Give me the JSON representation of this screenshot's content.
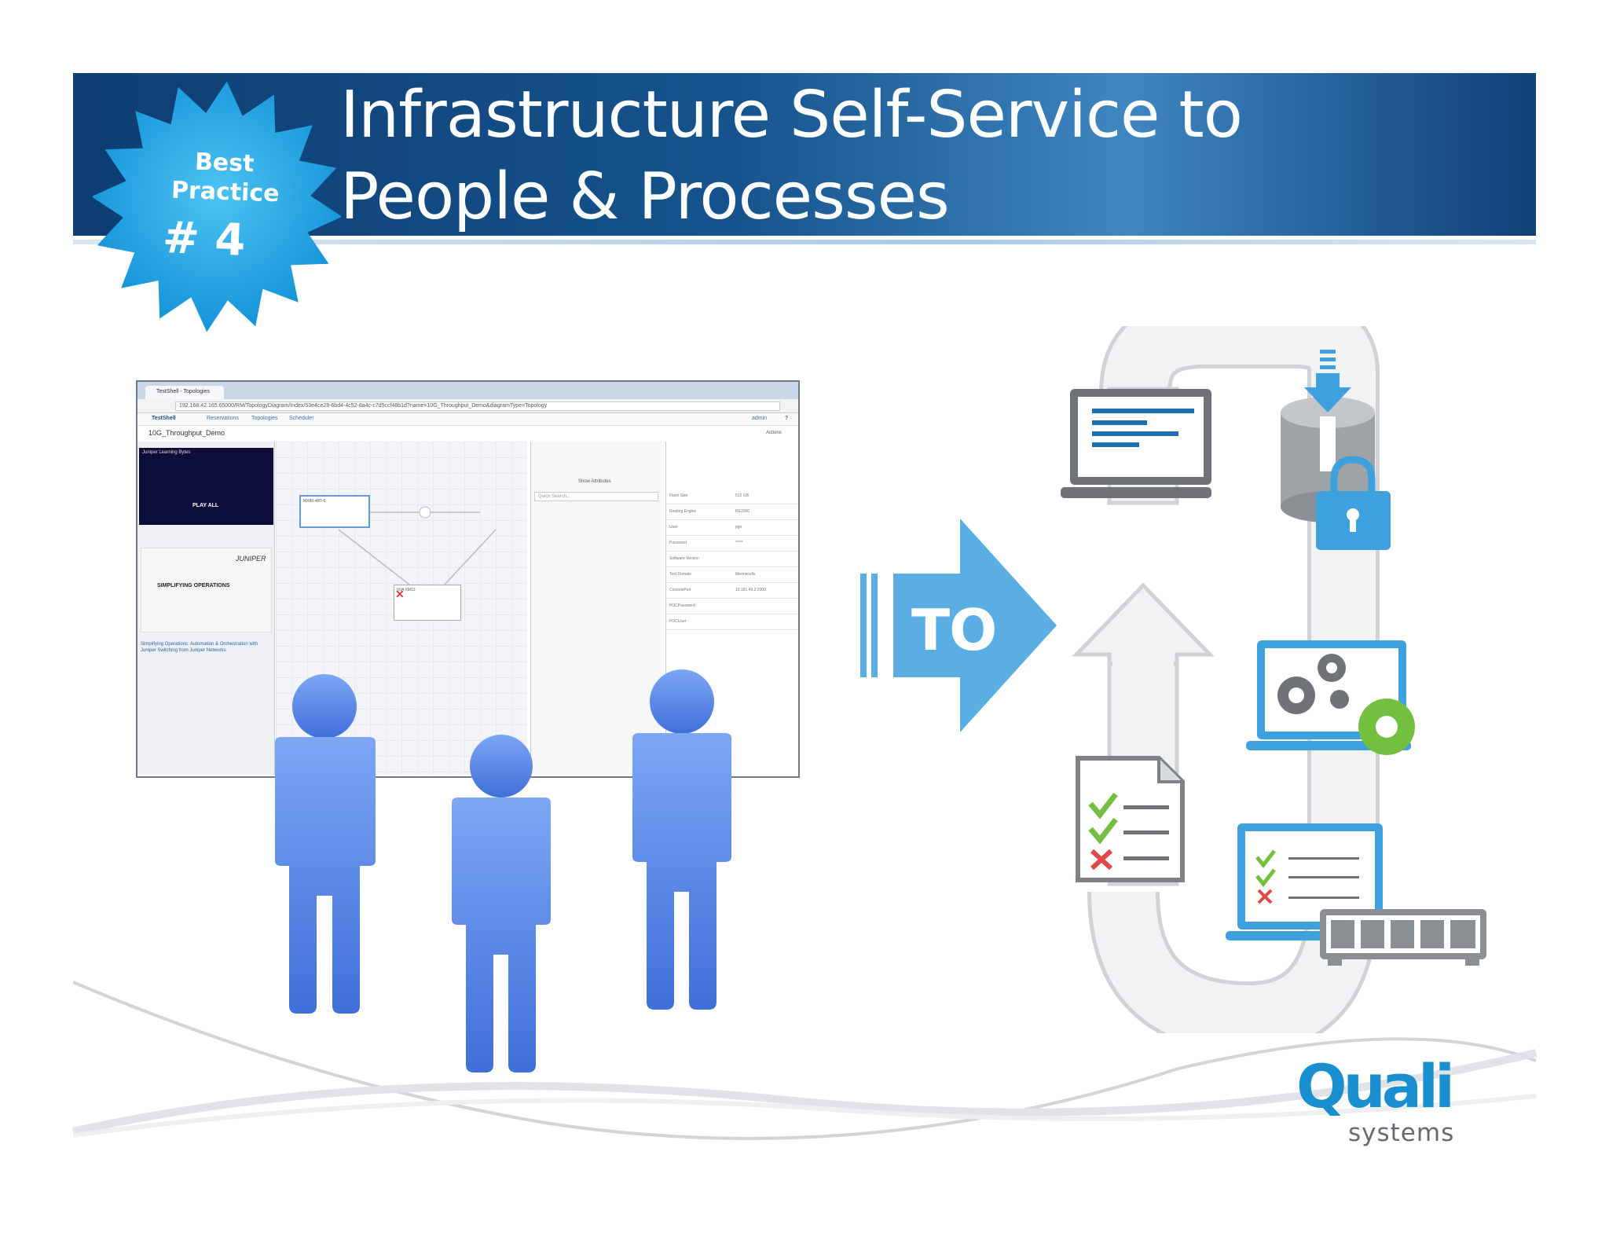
{
  "title": {
    "line1": "Infrastructure Self-Service to",
    "line2": "People &  Processes"
  },
  "badge": {
    "line1": "Best",
    "line2": "Practice",
    "number": "# 4"
  },
  "screenshot": {
    "tab": "TestShell - Topologies",
    "url": "192.168.42.165:65000/RM/TopologyDiagram/Index/53e4ce28-6bd4-4c52-8a4c-c7d5ccf48b1d?name=10G_Throughput_Demo&diagramType=Topology",
    "brand": "TestShell",
    "nav": [
      "Reservations",
      "Topologies",
      "Scheduler"
    ],
    "admin": "admin",
    "help": "?",
    "page_title": "10G_Throughput_Demo",
    "actions": "Actions",
    "video_text": "Juniper Learning Bytes",
    "play_all": "PLAY ALL",
    "juniper": "JUNIPER",
    "simplifying": "SIMPLIFYING OPERATIONS",
    "presentation_link": "Simplifying Operations: Automation & Orchestration with Juniper Switching from Juniper Networks",
    "node_a": "MX80-4RT-6",
    "node_b": "IXIA XM12",
    "search_placeholder": "Quick Search...",
    "show_attributes": "Show Attributes",
    "table_rows": [
      {
        "name": "Flash Size",
        "value": "512 GB"
      },
      {
        "name": "Routing Engine",
        "value": "RE2000"
      },
      {
        "name": "User",
        "value": "pgn"
      },
      {
        "name": "Password",
        "value": "*****"
      },
      {
        "name": "Software Version",
        "value": ""
      },
      {
        "name": "Test Domain",
        "value": "Mermocells"
      },
      {
        "name": "ConsolePort",
        "value": "10.181.49.2:2000"
      },
      {
        "name": "POCPassword",
        "value": ""
      },
      {
        "name": "POCUser",
        "value": ""
      }
    ]
  },
  "arrow": {
    "label": "TO",
    "color": "#5aaee4"
  },
  "logo": {
    "name": "Quali",
    "tagline": "systems"
  },
  "colors": {
    "banner": "#0e3e73",
    "badge": "#1ea3e0",
    "people": "#5b8ef0",
    "flow_path": "#e2e3e6",
    "icon_blue": "#3ea1dd",
    "icon_green": "#73c041",
    "icon_gray": "#6f7378"
  },
  "icons": [
    "laptop-icon",
    "database-lock-icon",
    "gears-laptop-icon",
    "checklist-document-icon",
    "checklist-laptop-icon",
    "server-rack-icon"
  ]
}
